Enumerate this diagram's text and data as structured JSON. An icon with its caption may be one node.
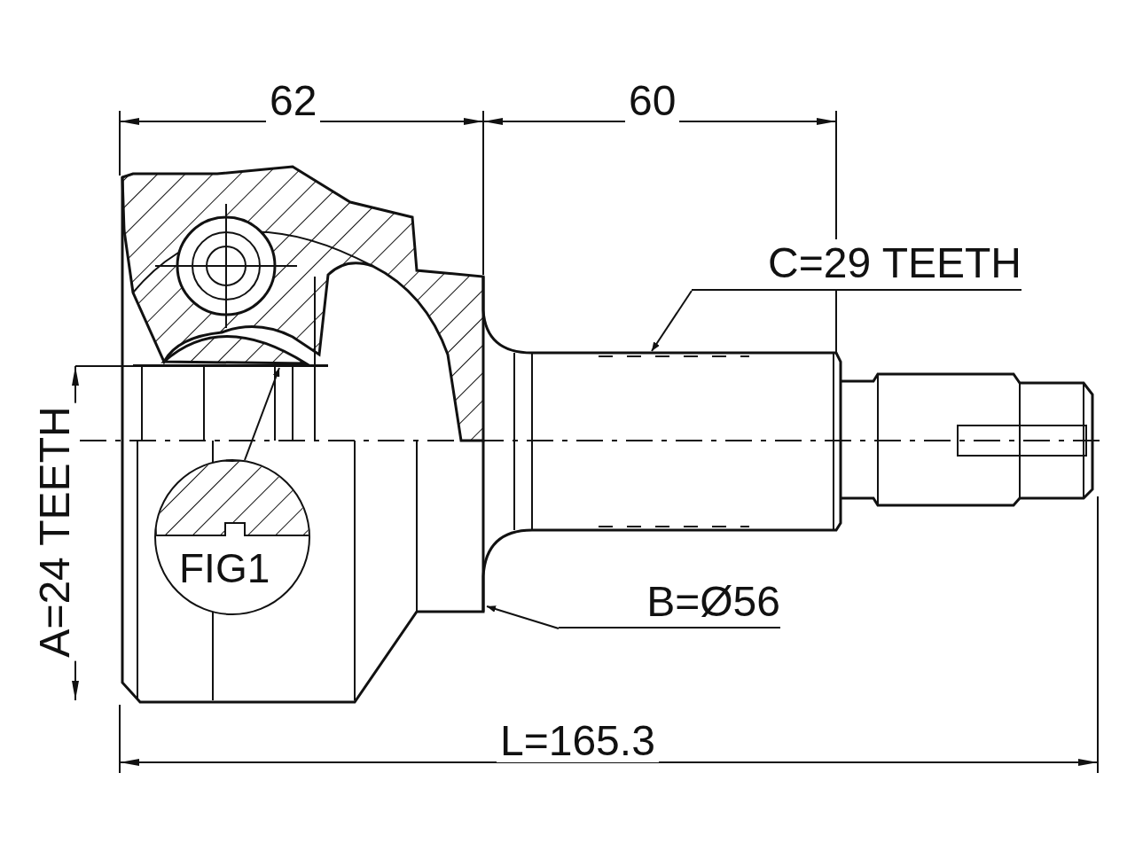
{
  "diagram": {
    "nodes": [
      {
        "text": [
          "C=29 TEETH"
        ]
      },
      {
        "text": [
          "B=Ø56"
        ]
      },
      {
        "text": [
          "FIG1"
        ]
      }
    ],
    "edges": [
      {
        "from": 0,
        "to": null,
        "arrow": "to"
      },
      {
        "from": 1,
        "to": null,
        "arrow": "to"
      },
      {
        "from": 2,
        "to": null,
        "arrow": "to"
      }
    ],
    "labels": [
      "62",
      "60",
      "A=24 TEETH",
      "L=165.3"
    ]
  }
}
